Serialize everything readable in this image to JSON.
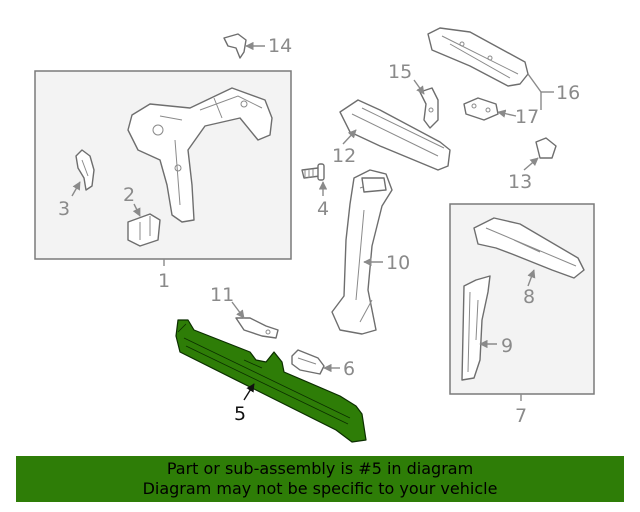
{
  "diagram": {
    "highlight_color": "#2e7d07",
    "highlighted_part": "5",
    "callouts": {
      "c1": "1",
      "c2": "2",
      "c3": "3",
      "c4": "4",
      "c5": "5",
      "c6": "6",
      "c7": "7",
      "c8": "8",
      "c9": "9",
      "c10": "10",
      "c11": "11",
      "c12": "12",
      "c13": "13",
      "c14": "14",
      "c15": "15",
      "c16": "16",
      "c17": "17"
    }
  },
  "banner": {
    "line1": "Part or sub-assembly is #5 in diagram",
    "line2": "Diagram may not be specific to your vehicle"
  }
}
